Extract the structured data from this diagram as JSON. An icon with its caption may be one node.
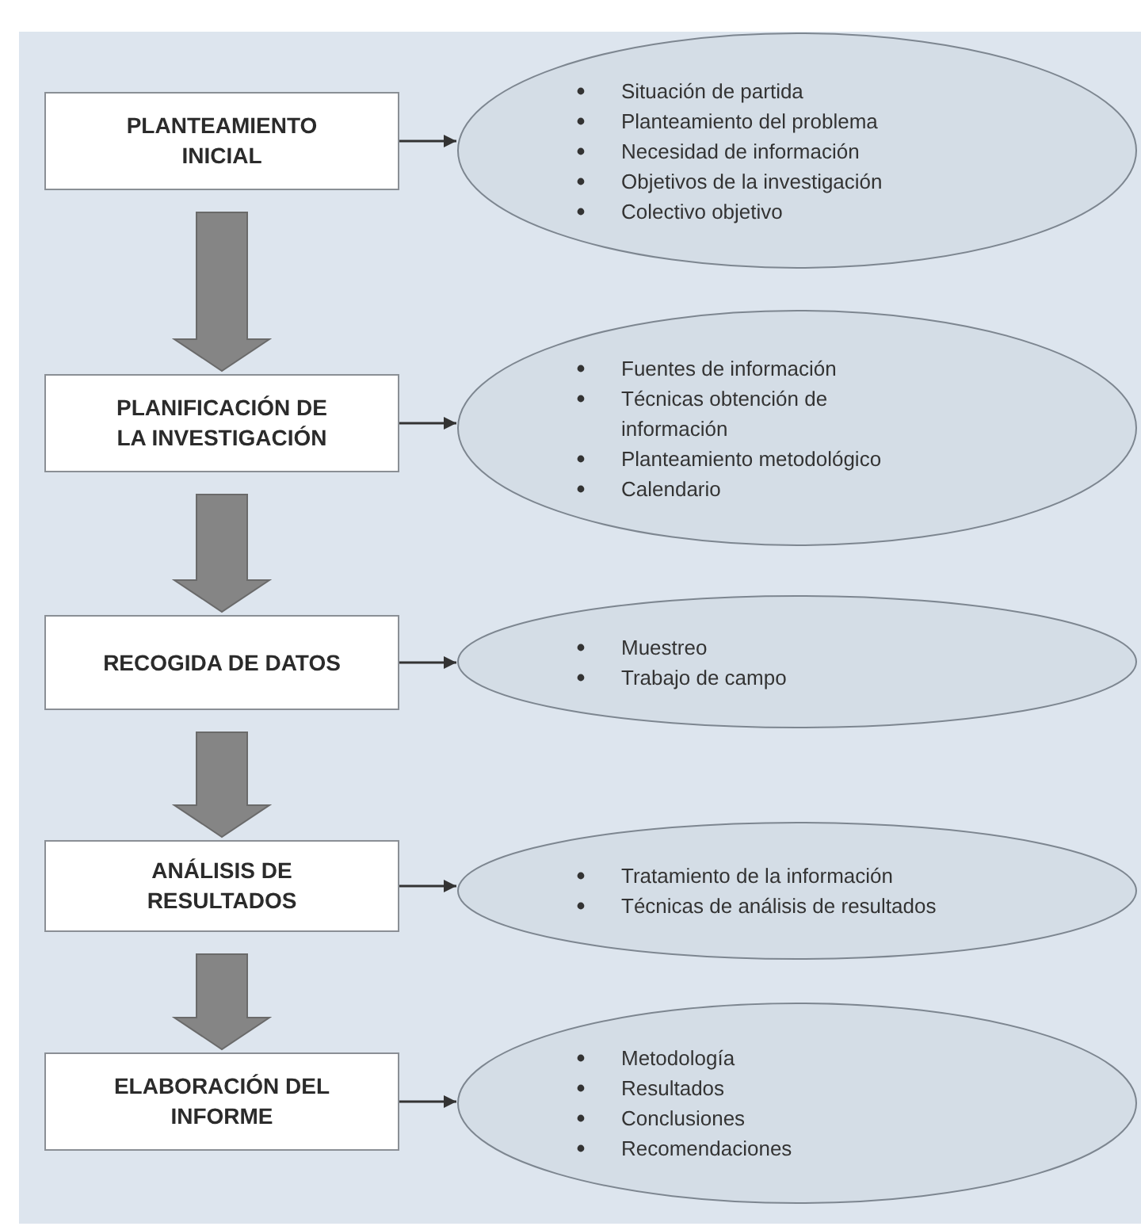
{
  "diagram": {
    "nodes": [
      {
        "text": [
          "PLANTEAMIENTO INICIAL"
        ]
      },
      {
        "text": [
          "PLANIFICACIÓN DE LA INVESTIGACIÓN"
        ]
      },
      {
        "text": [
          "RECOGIDA DE DATOS"
        ]
      },
      {
        "text": [
          "ANÁLISIS DE RESULTADOS"
        ]
      },
      {
        "text": [
          "ELABORACIÓN DEL INFORME"
        ]
      },
      {
        "text": [
          "Situación de partida",
          "Planteamiento del problema",
          "Necesidad de información",
          "Objetivos de la investigación",
          "Colectivo objetivo"
        ]
      },
      {
        "text": [
          "Fuentes de información",
          "Técnicas obtención de información",
          "Planteamiento metodológico",
          "Calendario"
        ]
      },
      {
        "text": [
          "Muestreo",
          "Trabajo de campo"
        ]
      },
      {
        "text": [
          "Tratamiento de la información",
          "Técnicas de análisis de resultados"
        ]
      },
      {
        "text": [
          "Metodología",
          "Resultados",
          "Conclusiones",
          "Recomendaciones"
        ]
      }
    ],
    "edges": [
      {
        "from": 0,
        "to": 5,
        "arrow": "to"
      },
      {
        "from": 0,
        "to": 1,
        "arrow": "to",
        "style": "thick",
        "color": "#858585"
      },
      {
        "from": 1,
        "to": 6,
        "arrow": "to"
      },
      {
        "from": 1,
        "to": 2,
        "arrow": "to",
        "style": "thick",
        "color": "#858585"
      },
      {
        "from": 2,
        "to": 7,
        "arrow": "to"
      },
      {
        "from": 2,
        "to": 3,
        "arrow": "to",
        "style": "thick",
        "color": "#858585"
      },
      {
        "from": 3,
        "to": 8,
        "arrow": "to"
      },
      {
        "from": 3,
        "to": 4,
        "arrow": "to",
        "style": "thick",
        "color": "#858585"
      },
      {
        "from": 4,
        "to": 9,
        "arrow": "to"
      }
    ]
  }
}
